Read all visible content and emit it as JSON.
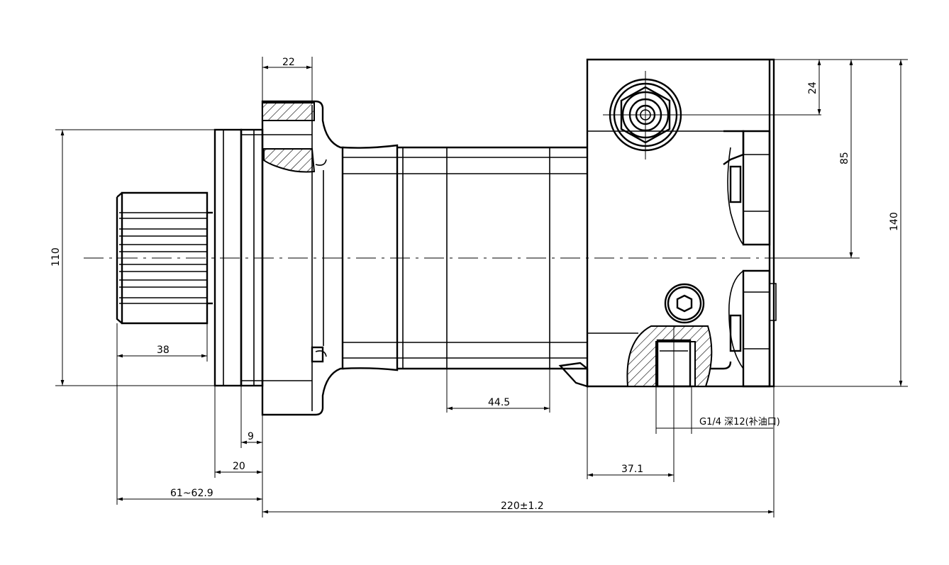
{
  "dimensions": {
    "d22": "22",
    "d24": "24",
    "d85": "85",
    "d140": "140",
    "d110": "110",
    "d38": "38",
    "d44_5": "44.5",
    "d9": "9",
    "d20": "20",
    "d61": "61~62.9",
    "d37_1": "37.1",
    "d220": "220±1.2",
    "port_note": "G1/4 深12(补油口)"
  },
  "colors": {
    "line": "#000000",
    "background": "#ffffff"
  }
}
